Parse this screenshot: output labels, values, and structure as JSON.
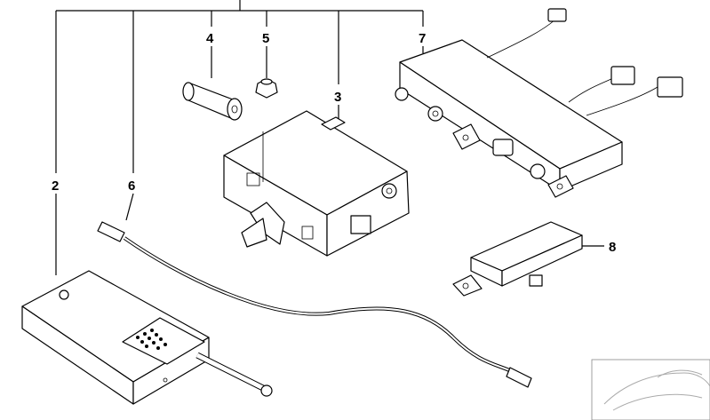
{
  "diagram": {
    "callouts": {
      "c2": "2",
      "c3": "3",
      "c4": "4",
      "c5": "5",
      "c6": "6",
      "c7": "7",
      "c8": "8"
    },
    "parts": [
      {
        "number": "2",
        "description": "handset-with-antenna"
      },
      {
        "number": "3",
        "description": "control-unit"
      },
      {
        "number": "4",
        "description": "cylindrical-fitting"
      },
      {
        "number": "5",
        "description": "nut-cap"
      },
      {
        "number": "6",
        "description": "antenna-cable"
      },
      {
        "number": "7",
        "description": "antenna-amplifier-with-harness"
      },
      {
        "number": "8",
        "description": "small-module"
      }
    ],
    "colors": {
      "line": "#000000",
      "fill": "#ffffff",
      "shadow": "#e8e8e8"
    }
  }
}
